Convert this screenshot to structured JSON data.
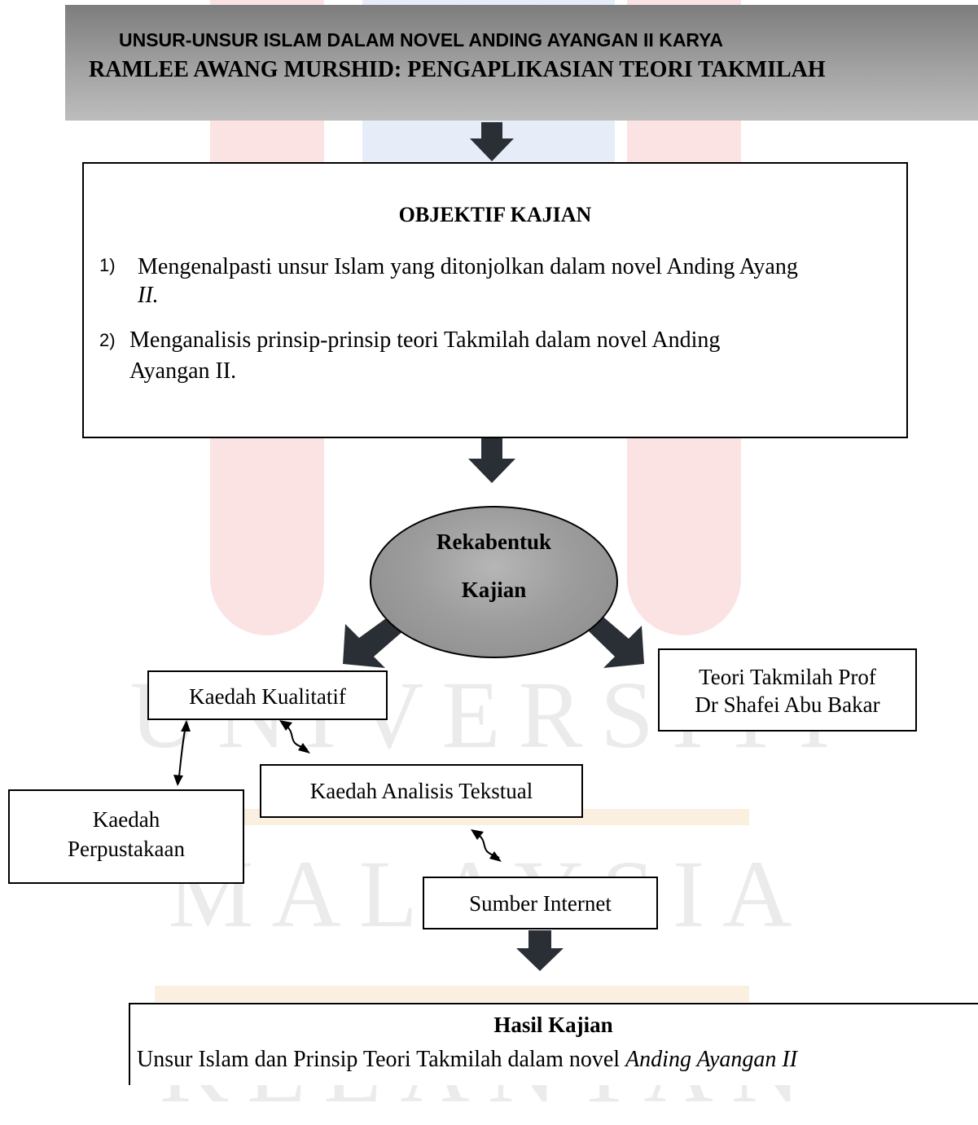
{
  "watermark": {
    "words": [
      "UNIVERSITI",
      "MALAYSIA",
      "KELANTAN"
    ],
    "colors": {
      "red": "#fbe3e3",
      "blue": "#e6ecf8",
      "orange": "#fbf0df",
      "gray": "#ebebeb"
    }
  },
  "title": {
    "line1": "UNSUR-UNSUR ISLAM DALAM NOVEL ANDING AYANGAN II KARYA",
    "line2": "RAMLEE AWANG MURSHID: PENGAPLIKASIAN TEORI TAKMILAH"
  },
  "objektif": {
    "heading": "OBJEKTIF KAJIAN",
    "items": [
      {
        "num": "1)",
        "text": "Mengenalpasti unsur Islam yang ditonjolkan dalam novel Anding Ayang",
        "cont": "II."
      },
      {
        "num": "2)",
        "text": "Menganalisis prinsip-prinsip teori Takmilah dalam novel Anding",
        "cont": "Ayangan II."
      }
    ]
  },
  "rekabentuk": {
    "line1": "Rekabentuk",
    "line2": "Kajian"
  },
  "kaedah_kualitatif": "Kaedah Kualitatif",
  "teori": {
    "line1": "Teori Takmilah Prof",
    "line2": "Dr Shafei Abu Bakar"
  },
  "analisis": "Kaedah Analisis Tekstual",
  "perpustakaan": {
    "line1": "Kaedah",
    "line2": "Perpustakaan"
  },
  "internet": "Sumber Internet",
  "hasil": {
    "heading": "Hasil Kajian",
    "text_plain": "Unsur Islam dan Prinsip Teori Takmilah dalam novel ",
    "text_italic": "Anding Ayangan II"
  },
  "colors": {
    "arrow": "#2a2f36",
    "banner_top": "#7d7d7d",
    "banner_bottom": "#bdbdbd",
    "ellipse": "#9d9d9d"
  }
}
